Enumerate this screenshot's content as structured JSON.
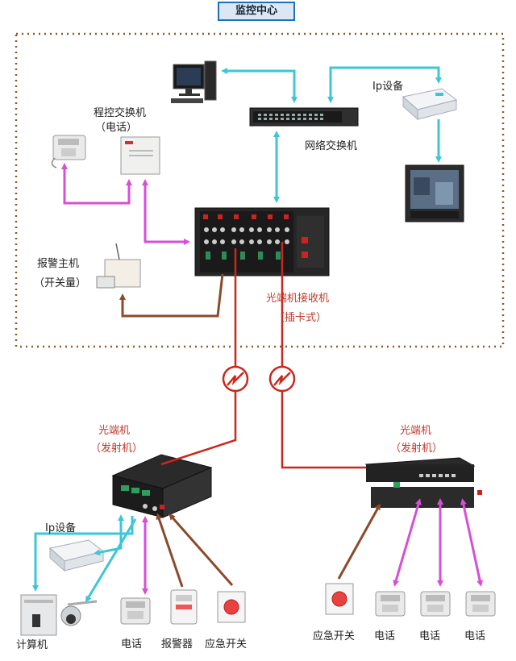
{
  "title": "监控中心",
  "labels": {
    "pbx": "程控交换机",
    "pbx_sub": "（电话）",
    "ip_device_top": "Ip设备",
    "network_switch": "网络交换机",
    "alarm_host": "报警主机",
    "alarm_host_sub": "（开关量）",
    "receiver": "光端机接收机",
    "receiver_sub": "（插卡式）",
    "tx_left": "光端机",
    "tx_left_sub": "（发射机）",
    "tx_right": "光端机",
    "tx_right_sub": "（发射机）",
    "ip_device_bottom": "Ip设备",
    "computer": "计算机",
    "phone": "电话",
    "alarm": "报警器",
    "emergency": "应急开关",
    "emergency_right": "应急开关",
    "phone_r1": "电话",
    "phone_r2": "电话",
    "phone_r3": "电话"
  },
  "colors": {
    "cyan": "#3ec6d8",
    "magenta": "#d64fd6",
    "brown": "#8b4a2b",
    "red": "#c8281e",
    "border": "#8b5a2b"
  }
}
